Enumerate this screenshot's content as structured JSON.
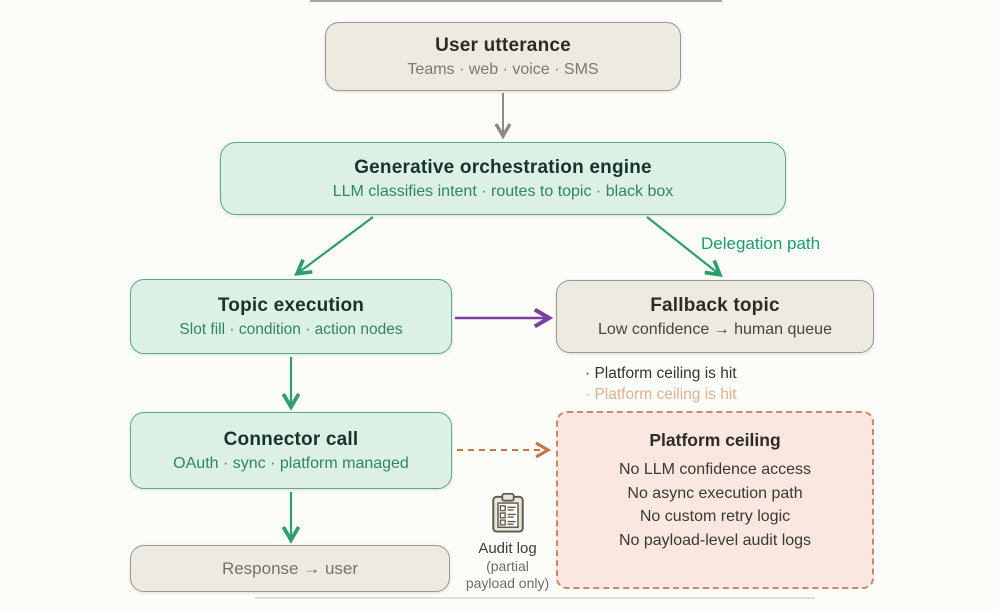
{
  "nodes": {
    "user_utterance": {
      "title": "User utterance",
      "subtitle": "Teams · web · voice · SMS"
    },
    "engine": {
      "title": "Generative orchestration engine",
      "subtitle": "LLM classifies intent · routes to topic · black box"
    },
    "topic_execution": {
      "title": "Topic execution",
      "subtitle": "Slot fill · condition · action nodes"
    },
    "fallback_topic": {
      "title": "Fallback topic",
      "subtitle": "Low confidence → human queue"
    },
    "connector_call": {
      "title": "Connector call",
      "subtitle": "OAuth · sync · platform managed"
    },
    "response": {
      "title": "Response → user"
    },
    "platform_ceiling": {
      "title": "Platform ceiling",
      "items": [
        "No LLM confidence access",
        "No async execution path",
        "No custom retry logic",
        "No payload-level audit logs"
      ]
    }
  },
  "labels": {
    "delegation_path": "Delegation path",
    "trigger_dark": "· Platform ceiling is hit",
    "trigger_faded": "· Platform ceiling is hit"
  },
  "audit": {
    "icon": "clipboard-icon",
    "title": "Audit log",
    "note_line1": "(partial",
    "note_line2": "payload only)"
  },
  "colors": {
    "background": "#fcfcf9",
    "mint_fill": "#ddf0e6",
    "mint_border": "#5caa82",
    "beige_fill": "#edeae1",
    "beige_border": "#9a998d",
    "pink_fill": "#f9e7e0",
    "pink_border": "#c9886a",
    "green_subtitle_text": "#2e8564",
    "green_arrow": "#2f9e6d",
    "gray_arrow": "#8b8b81",
    "purple_arrow": "#7b3fa1",
    "brown_dashed_arrow": "#c2774a",
    "faded_salmon_text": "#e0b193"
  }
}
